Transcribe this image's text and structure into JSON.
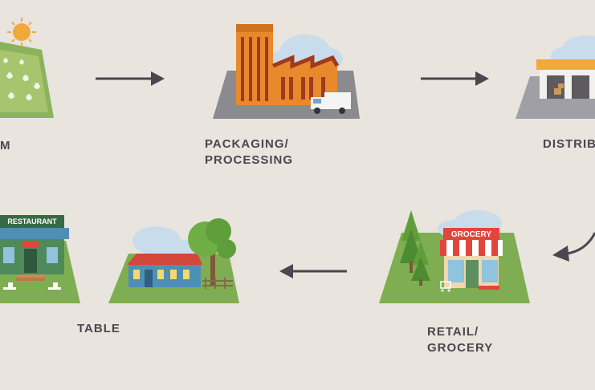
{
  "colors": {
    "background": "#e9e4dd",
    "label": "#4a4750",
    "arrow": "#4a4750",
    "grass": "#7fae52",
    "field": "#a7c56e",
    "sun": "#f2a93b",
    "factory_tower": "#e8892e",
    "factory_roof": "#a13a1d",
    "warehouse": "#f1f0ec",
    "awning_red": "#e2453c",
    "house_blue": "#4e8fb5",
    "tree_green": "#5f9e3a",
    "sky_cloud": "#c9dcec"
  },
  "stages": {
    "farm": {
      "label": "M",
      "icon": "farm-field-sun"
    },
    "packaging": {
      "label_line1": "PACKAGING/",
      "label_line2": "PROCESSING",
      "icon": "factory-truck"
    },
    "distribution": {
      "label": "DISTRIB",
      "icon": "warehouse"
    },
    "retail": {
      "label_line1": "RETAIL/",
      "label_line2": "GROCERY",
      "sign": "GROCERY",
      "icon": "grocery-store"
    },
    "home": {
      "icon": "house-trees"
    },
    "restaurant": {
      "sign": "RESTAURANT",
      "label": "TABLE",
      "icon": "restaurant"
    }
  },
  "arrows": [
    "arrow-right",
    "arrow-right",
    "arrow-curved-down",
    "arrow-left"
  ]
}
